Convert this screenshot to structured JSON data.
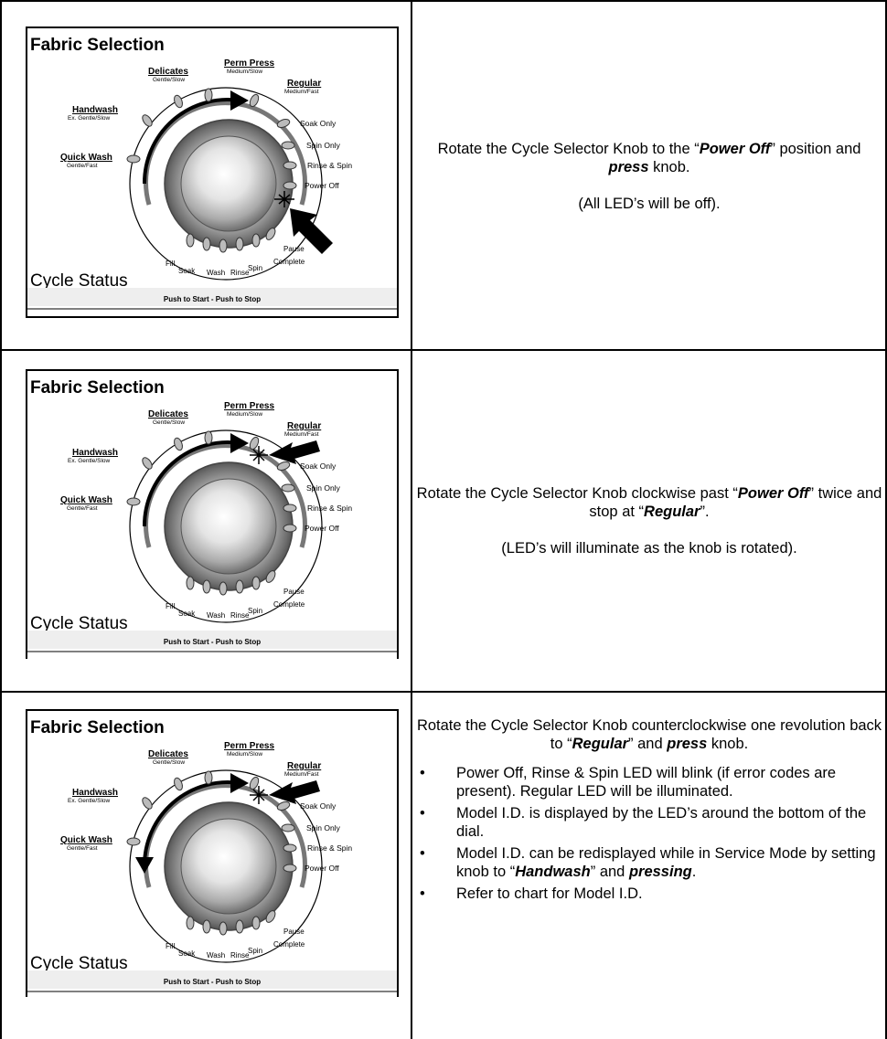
{
  "panel": {
    "fabric_selection": "Fabric Selection",
    "cycle_status": "Cycle Status",
    "push_bar": "Push to Start - Push to Stop",
    "fabric_labels": [
      {
        "name": "Quick Wash",
        "sub": "Gentle/Fast"
      },
      {
        "name": "Handwash",
        "sub": "Ex. Gentle/Slow"
      },
      {
        "name": "Delicates",
        "sub": "Gentle/Slow"
      },
      {
        "name": "Perm Press",
        "sub": "Medium/Slow"
      },
      {
        "name": "Regular",
        "sub": "Medium/Fast"
      }
    ],
    "side_labels": [
      "Soak Only",
      "Spin Only",
      "Rinse & Spin",
      "Power Off"
    ],
    "status_labels": [
      "Fill",
      "Soak",
      "Wash",
      "Rinse",
      "Spin",
      "Pause",
      "Complete"
    ]
  },
  "steps": [
    {
      "text_parts": [
        "Rotate the Cycle Selector Knob to the “",
        "Power Off",
        "” position and ",
        "press",
        " knob."
      ],
      "note": "(All LED’s will be off)."
    },
    {
      "text_parts": [
        "Rotate the Cycle Selector Knob clockwise past “",
        "Power Off",
        "” twice and stop at “",
        "Regular",
        "”."
      ],
      "note": "(LED’s will illuminate as the knob is rotated)."
    },
    {
      "text_parts": [
        "Rotate the Cycle Selector Knob counterclockwise one revolution back to “",
        "Regular",
        "” and ",
        "press",
        " knob."
      ],
      "bullets": [
        "Power Off, Rinse & Spin LED will blink (if error codes are present). Regular LED will be illuminated.",
        "Model I.D. is displayed by the LED’s around the bottom of the dial."
      ],
      "bullet3_parts": [
        "Model I.D. can be redisplayed while in Service Mode by setting knob to “",
        "Handwash",
        "” and ",
        "pressing",
        "."
      ],
      "bullet4": "Refer to chart for Model I.D."
    }
  ]
}
